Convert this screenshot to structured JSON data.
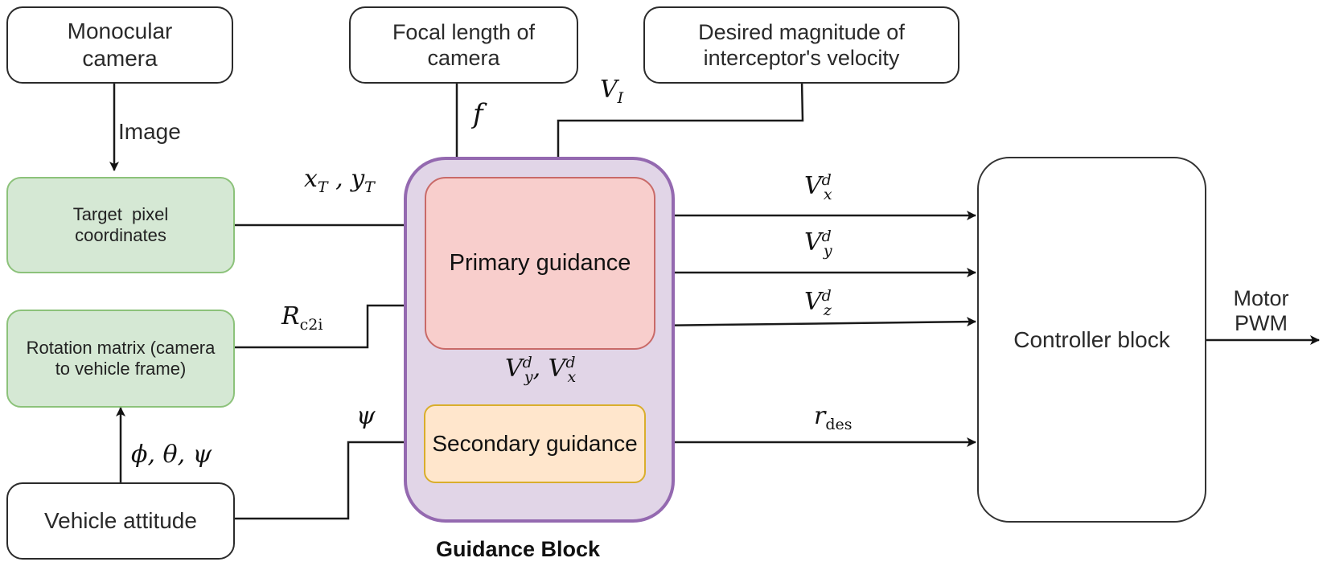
{
  "diagram": {
    "title": "Guidance Block",
    "blocks": {
      "monocular_camera": "Monocular camera",
      "focal_length": "Focal length of camera",
      "desired_velocity": "Desired magnitude of interceptor's velocity",
      "target_pixel": "Target  pixel coordinates",
      "rotation_matrix": "Rotation matrix (camera to vehicle frame)",
      "vehicle_attitude": "Vehicle attitude",
      "primary_guidance": "Primary guidance",
      "secondary_guidance": "Secondary guidance",
      "controller": "Controller block"
    },
    "signals": {
      "image": "Image",
      "focal": {
        "base": "f"
      },
      "vi": {
        "base": "V",
        "sub": "I"
      },
      "xy": {
        "x": "x",
        "xsub": "T",
        "sep": " , ",
        "y": "y",
        "ysub": "T"
      },
      "rc2i": {
        "base": "R",
        "sub": "c2i"
      },
      "attitude_angles": "ϕ, θ, ψ",
      "psi": "ψ",
      "vxd": {
        "base": "V",
        "sub": "x",
        "sup": "d"
      },
      "vyd": {
        "base": "V",
        "sub": "y",
        "sup": "d"
      },
      "vzd": {
        "base": "V",
        "sub": "z",
        "sup": "d"
      },
      "vy_vx": {
        "a": "V",
        "asub": "y",
        "asup": "d",
        "sep": ", ",
        "b": "V",
        "bsub": "x",
        "bsup": "d"
      },
      "rdes": {
        "base": "r",
        "sub": "des"
      },
      "motor_pwm": "Motor PWM"
    },
    "colors": {
      "green_fill": "#d5e8d4",
      "green_border": "#8cc27a",
      "purple_fill": "#e1d5e7",
      "purple_border": "#9469b0",
      "red_fill": "#f8cecc",
      "red_border": "#c96a68",
      "orange_fill": "#ffe6cc",
      "orange_border": "#d9ae2c"
    }
  }
}
